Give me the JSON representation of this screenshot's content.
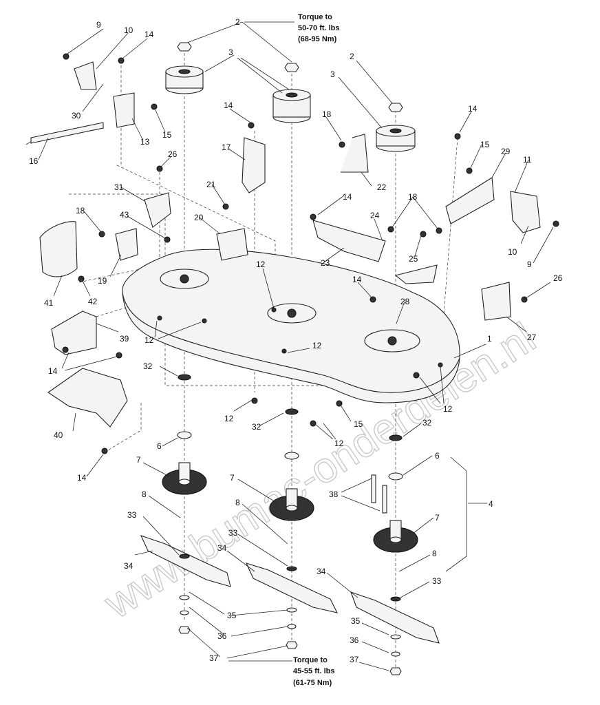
{
  "notes": {
    "top_line1": "Torque to",
    "top_line2": "50-70 ft. lbs",
    "top_line3": "(68-95 Nm)",
    "bottom_line1": "Torque to",
    "bottom_line2": "45-55 ft. lbs",
    "bottom_line3": "(61-75 Nm)"
  },
  "watermark": "www.bumac-onderdelen.nl",
  "callouts": [
    "1",
    "2",
    "2",
    "3",
    "3",
    "3",
    "4",
    "6",
    "6",
    "7",
    "7",
    "7",
    "8",
    "8",
    "8",
    "9",
    "9",
    "10",
    "10",
    "11",
    "12",
    "12",
    "12",
    "12",
    "12",
    "12",
    "12",
    "13",
    "14",
    "14",
    "14",
    "14",
    "14",
    "14",
    "14",
    "14",
    "15",
    "15",
    "15",
    "16",
    "17",
    "18",
    "18",
    "18",
    "19",
    "20",
    "21",
    "22",
    "23",
    "24",
    "25",
    "26",
    "26",
    "27",
    "28",
    "29",
    "30",
    "31",
    "32",
    "32",
    "32",
    "33",
    "33",
    "33",
    "34",
    "34",
    "34",
    "35",
    "35",
    "36",
    "36",
    "37",
    "37",
    "38",
    "39",
    "40",
    "41",
    "42",
    "43"
  ]
}
